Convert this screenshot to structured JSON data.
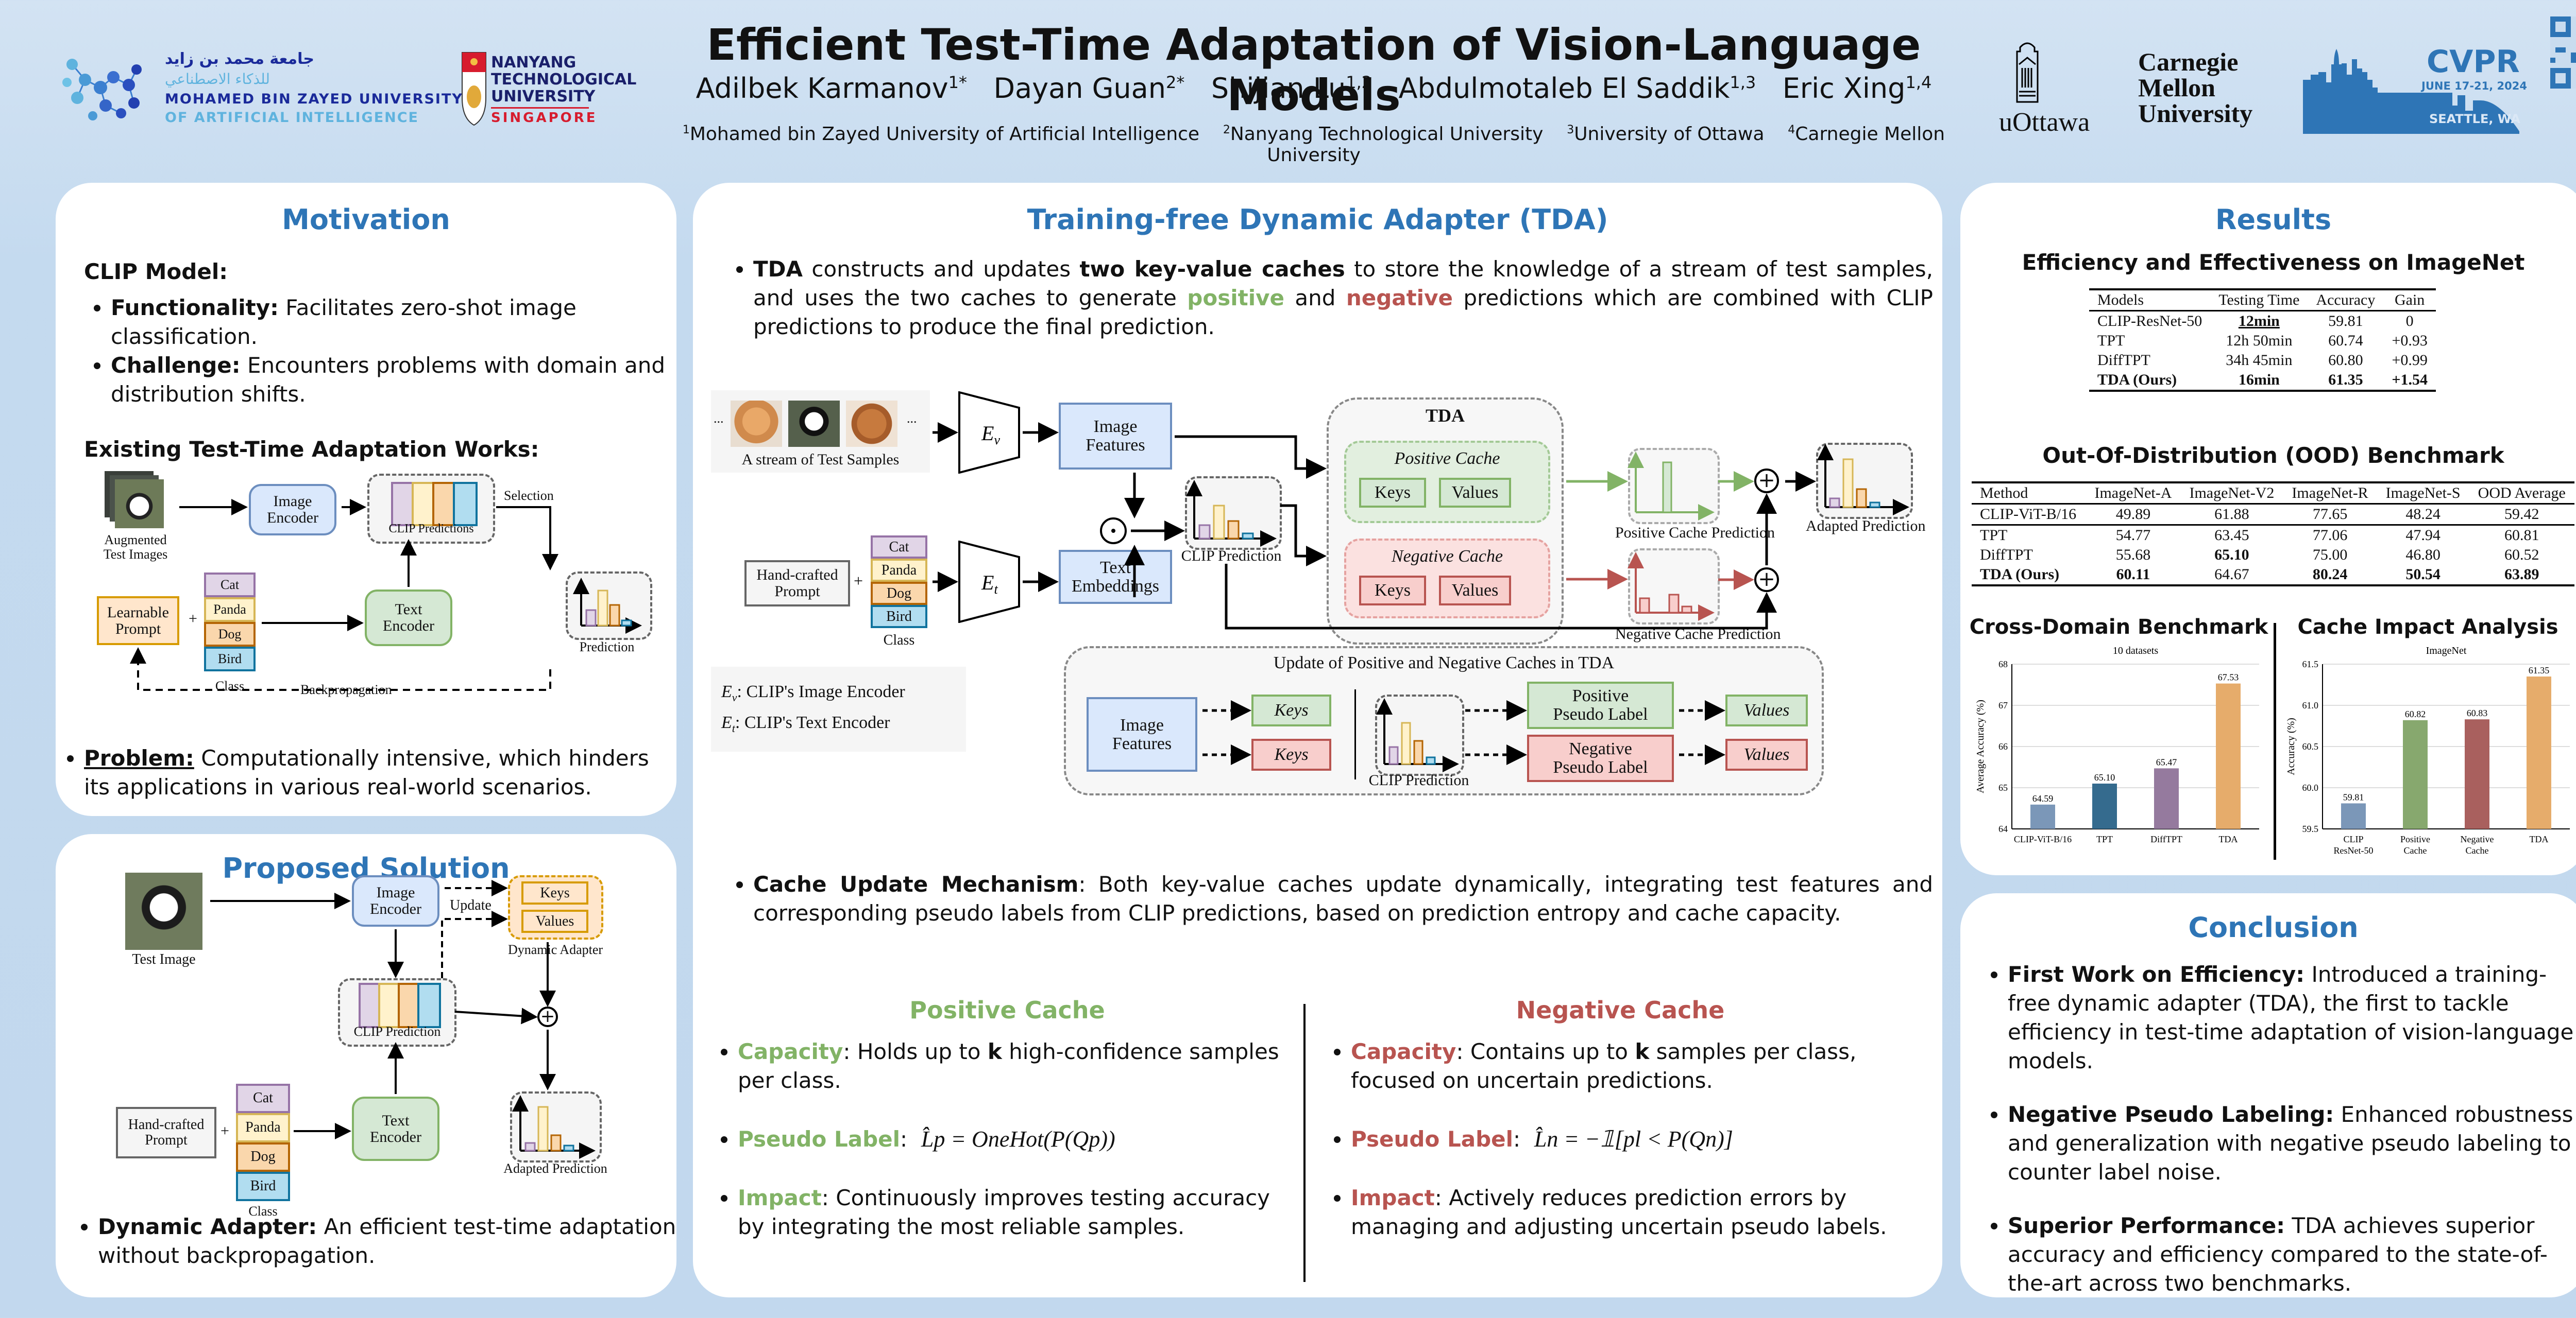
{
  "header": {
    "title": "Efficient Test-Time Adaptation of Vision-Language Models",
    "authors": [
      {
        "name": "Adilbek Karmanov",
        "sup": "1*"
      },
      {
        "name": "Dayan Guan",
        "sup": "2*"
      },
      {
        "name": "Shijian Lu",
        "sup": "1,2"
      },
      {
        "name": "Abdulmotaleb El Saddik",
        "sup": "1,3"
      },
      {
        "name": "Eric Xing",
        "sup": "1,4"
      }
    ],
    "affiliations": [
      {
        "sup": "1",
        "name": "Mohamed bin Zayed University of Artificial Intelligence"
      },
      {
        "sup": "2",
        "name": "Nanyang Technological University"
      },
      {
        "sup": "3",
        "name": "University of Ottawa"
      },
      {
        "sup": "4",
        "name": "Carnegie Mellon University"
      }
    ],
    "logos": {
      "mbzuai_arabic_1": "جامعة محمد بن زايد",
      "mbzuai_arabic_2": "للذكاء الاصطناعي",
      "mbzuai_en_1": "MOHAMED BIN ZAYED UNIVERSITY",
      "mbzuai_en_2": "OF ARTIFICIAL INTELLIGENCE",
      "ntu_1": "NANYANG",
      "ntu_2": "TECHNOLOGICAL",
      "ntu_3": "UNIVERSITY",
      "ntu_4": "SINGAPORE",
      "uottawa": "uOttawa",
      "cmu_1": "Carnegie",
      "cmu_2": "Mellon",
      "cmu_3": "University",
      "cvpr": "CVPR",
      "cvpr_dates": "JUNE 17-21, 2024",
      "cvpr_place": "SEATTLE, WA"
    }
  },
  "colors": {
    "accent_blue": "#2e75b6",
    "positive_green": "#82b366",
    "negative_red": "#b85450",
    "bar_clip": "#7b97b8",
    "bar_tpt": "#356b8e",
    "bar_difftpt": "#957a9e",
    "bar_tda": "#e6ac6b",
    "bar_pos": "#87a86e",
    "bar_neg": "#a9605e"
  },
  "motivation": {
    "title": "Motivation",
    "clip_heading": "CLIP Model:",
    "bullets": [
      {
        "label": "Functionality:",
        "text": " Facilitates zero-shot image classification."
      },
      {
        "label": "Challenge:",
        "text": " Encounters problems with domain and distribution shifts."
      }
    ],
    "tta_heading": "Existing Test-Time Adaptation Works:",
    "diagram": {
      "augmented_1": "Augmented",
      "augmented_2": "Test Images",
      "image_encoder_1": "Image",
      "image_encoder_2": "Encoder",
      "clip_predictions": "CLIP Predictions",
      "selection": "Selection",
      "prediction": "Prediction",
      "learnable_1": "Learnable",
      "learnable_2": "Prompt",
      "plus": "+",
      "classes": [
        "Cat",
        "Panda",
        "Dog",
        "Bird"
      ],
      "class_label": "Class",
      "text_encoder_1": "Text",
      "text_encoder_2": "Encoder",
      "backprop": "Backpropagation"
    },
    "problem_label": "Problem:",
    "problem_text": " Computationally intensive, which hinders its applications in various real-world scenarios."
  },
  "proposed": {
    "title": "Proposed Solution",
    "diagram": {
      "test_image": "Test Image",
      "image_encoder_1": "Image",
      "image_encoder_2": "Encoder",
      "update": "Update",
      "keys": "Keys",
      "values": "Values",
      "dynamic_adapter": "Dynamic Adapter",
      "clip_prediction": "CLIP Prediction",
      "handcrafted_1": "Hand-crafted",
      "handcrafted_2": "Prompt",
      "plus": "+",
      "classes": [
        "Cat",
        "Panda",
        "Dog",
        "Bird"
      ],
      "class_label": "Class",
      "text_encoder_1": "Text",
      "text_encoder_2": "Encoder",
      "adapted_prediction": "Adapted Prediction"
    },
    "bullet_label": "Dynamic Adapter:",
    "bullet_text": " An efficient test-time adaptation without backpropagation."
  },
  "tda": {
    "title": "Training-free Dynamic Adapter (TDA)",
    "intro": {
      "b1": "TDA",
      "t1": " constructs and updates ",
      "b2": "two key-value caches",
      "t2": " to store the knowledge of a stream of test samples, and uses the two caches to generate ",
      "pos": "positive",
      "t3": " and ",
      "neg": "negative",
      "t4": " predictions which are combined with CLIP predictions to produce the final prediction."
    },
    "diagram": {
      "ellipsis": "...",
      "stream_label": "A stream of Test Samples",
      "ev": "E",
      "ev_sub": "v",
      "et": "E",
      "et_sub": "t",
      "image_features_1": "Image",
      "image_features_2": "Features",
      "text_embeddings_1": "Text",
      "text_embeddings_2": "Embeddings",
      "handcrafted_1": "Hand-crafted",
      "handcrafted_2": "Prompt",
      "plus": "+",
      "classes": [
        "Cat",
        "Panda",
        "Dog",
        "Bird"
      ],
      "class_label": "Class",
      "clip_prediction": "CLIP Prediction",
      "tda_label": "TDA",
      "positive_cache": "Positive Cache",
      "negative_cache": "Negative Cache",
      "keys": "Keys",
      "values": "Values",
      "pos_pred": "Positive Cache Prediction",
      "neg_pred": "Negative Cache Prediction",
      "adapted_prediction": "Adapted Prediction",
      "legend_ev": "CLIP's Image Encoder",
      "legend_et": "CLIP's Text Encoder",
      "update_title": "Update of Positive and Negative Caches in TDA",
      "pos_pseudo_1": "Positive",
      "pos_pseudo_2": "Pseudo Label",
      "neg_pseudo_1": "Negative",
      "neg_pseudo_2": "Pseudo Label"
    },
    "mechanism_label": "Cache Update Mechanism",
    "mechanism_text": ": Both key-value caches update dynamically, integrating test features and corresponding pseudo labels from CLIP predictions, based on prediction entropy and cache capacity.",
    "positive": {
      "title": "Positive Cache",
      "capacity_label": "Capacity",
      "capacity_pre": ": Holds up to ",
      "capacity_k": "k",
      "capacity_post": " high-confidence samples per class.",
      "pseudo_label": "Pseudo Label",
      "formula": "L̂p = OneHot(P(Qp))",
      "impact_label": "Impact",
      "impact_text": ": Continuously improves testing  accuracy by integrating the most reliable samples."
    },
    "negative": {
      "title": "Negative Cache",
      "capacity_label": "Capacity",
      "capacity_pre": ": Contains up to ",
      "capacity_k": "k",
      "capacity_post": " samples per class, focused on uncertain predictions.",
      "pseudo_label": "Pseudo Label",
      "formula": "L̂n = −𝟙[pl < P(Qn)]",
      "impact_label": "Impact",
      "impact_text": ": Actively reduces prediction errors by managing and adjusting uncertain pseudo labels."
    }
  },
  "results": {
    "title": "Results",
    "eff_title": "Efficiency and Effectiveness on ImageNet",
    "eff_table": {
      "headers": [
        "Models",
        "Testing Time",
        "Accuracy",
        "Gain"
      ],
      "rows": [
        [
          "CLIP-ResNet-50",
          "12min",
          "59.81",
          "0"
        ],
        [
          "TPT",
          "12h 50min",
          "60.74",
          "+0.93"
        ],
        [
          "DiffTPT",
          "34h 45min",
          "60.80",
          "+0.99"
        ],
        [
          "TDA (Ours)",
          "16min",
          "61.35",
          "+1.54"
        ]
      ]
    },
    "ood_title": "Out-Of-Distribution (OOD) Benchmark",
    "ood_table": {
      "headers": [
        "Method",
        "ImageNet-A",
        "ImageNet-V2",
        "ImageNet-R",
        "ImageNet-S",
        "OOD Average"
      ],
      "baseline": [
        "CLIP-ViT-B/16",
        "49.89",
        "61.88",
        "77.65",
        "48.24",
        "59.42"
      ],
      "rows": [
        [
          "TPT",
          "54.77",
          "63.45",
          "77.06",
          "47.94",
          "60.81"
        ],
        [
          "DiffTPT",
          "55.68",
          "65.10",
          "75.00",
          "46.80",
          "60.52"
        ],
        [
          "TDA (Ours)",
          "60.11",
          "64.67",
          "80.24",
          "50.54",
          "63.89"
        ]
      ]
    }
  },
  "chart_data": [
    {
      "type": "bar",
      "heading": "Cross-Domain Benchmark",
      "title": "10 datasets",
      "xlabel": "",
      "ylabel": "Average Accuracy (%)",
      "categories": [
        "CLIP-ViT-B/16",
        "TPT",
        "DiffTPT",
        "TDA"
      ],
      "values": [
        64.59,
        65.1,
        65.47,
        67.53
      ],
      "data_labels": [
        "64.59",
        "65.10",
        "65.47",
        "67.53"
      ],
      "colors": [
        "#7b97b8",
        "#356b8e",
        "#957a9e",
        "#e6ac6b"
      ],
      "ylim": [
        64,
        68
      ],
      "yticks": [
        "64",
        "65",
        "66",
        "67",
        "68"
      ],
      "ytick_values": [
        64,
        65,
        66,
        67,
        68
      ],
      "grid": true
    },
    {
      "type": "bar",
      "heading": "Cache Impact Analysis",
      "title": "ImageNet",
      "xlabel": "",
      "ylabel": "Accuracy (%)",
      "categories": [
        [
          "CLIP",
          "ResNet-50"
        ],
        [
          "Positive",
          "Cache"
        ],
        [
          "Negative",
          "Cache"
        ],
        [
          "TDA"
        ]
      ],
      "values": [
        59.81,
        60.82,
        60.83,
        61.35
      ],
      "data_labels": [
        "59.81",
        "60.82",
        "60.83",
        "61.35"
      ],
      "colors": [
        "#7b97b8",
        "#87a86e",
        "#a9605e",
        "#e6ac6b"
      ],
      "ylim": [
        59.5,
        61.5
      ],
      "yticks": [
        "59.5",
        "60.0",
        "60.5",
        "61.0",
        "61.5"
      ],
      "ytick_values": [
        59.5,
        60.0,
        60.5,
        61.0,
        61.5
      ],
      "grid": true
    }
  ],
  "conclusion": {
    "title": "Conclusion",
    "bullets": [
      {
        "label": "First Work on Efficiency:",
        "text": " Introduced a training-free dynamic adapter (TDA), the first to tackle efficiency in test-time adaptation of vision-language models."
      },
      {
        "label": "Negative Pseudo Labeling:",
        "text": " Enhanced robustness and generalization with negative pseudo labeling to counter label noise."
      },
      {
        "label": "Superior Performance:",
        "text": " TDA achieves superior accuracy and efficiency compared to the state-of-the-art across two benchmarks."
      }
    ]
  }
}
